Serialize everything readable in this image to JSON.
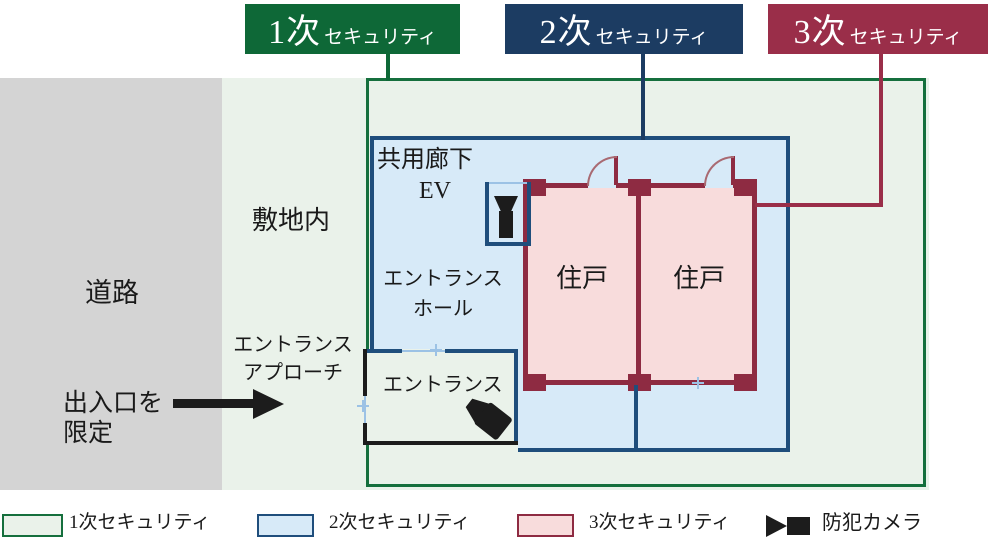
{
  "header": {
    "labels": [
      {
        "big": "1次",
        "small": "セキュリティ",
        "color": "#0e6837"
      },
      {
        "big": "2次",
        "small": "セキュリティ",
        "color": "#1c3c62"
      },
      {
        "big": "3次",
        "small": "セキュリティ",
        "color": "#9a2e49"
      }
    ]
  },
  "diagram": {
    "road_label": "道路",
    "site_label": "敷地内",
    "approach_label_line1": "エントランス",
    "approach_label_line2": "アプローチ",
    "gate_note_line1": "出入口を",
    "gate_note_line2": "限定",
    "corridor_label": "共用廊下",
    "elevator_label": "EV",
    "hall_label_line1": "エントランス",
    "hall_label_line2": "ホール",
    "entrance_label": "エントランス",
    "unit1_label": "住戸",
    "unit2_label": "住戸"
  },
  "legend": {
    "items": [
      {
        "label": "1次セキュリティ",
        "swatch_fill": "#eaf2ea",
        "swatch_border": "#156f3d"
      },
      {
        "label": "2次セキュリティ",
        "swatch_fill": "#d7eaf8",
        "swatch_border": "#1f4e7c"
      },
      {
        "label": "3次セキュリティ",
        "swatch_fill": "#f8dcdc",
        "swatch_border": "#8e2b42"
      },
      {
        "label": "防犯カメラ",
        "icon": "video-camera-icon"
      }
    ]
  },
  "colors": {
    "road": "#d4d4d4",
    "site": "#eaf2ea",
    "primary_border": "#156f3d",
    "secondary_fill": "#d7eaf8",
    "secondary_border": "#1f4e7c",
    "tertiary_fill": "#f8dcdc",
    "tertiary_border": "#8e2b42",
    "text": "#1a1a1a"
  }
}
